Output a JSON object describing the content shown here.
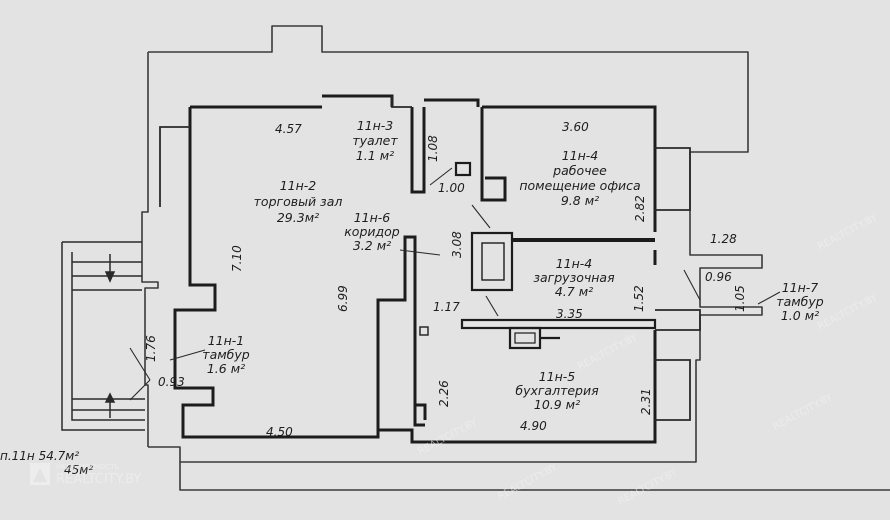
{
  "rooms": [
    {
      "id": "r3",
      "lines": [
        "11н-3",
        "туалет",
        "1.1 м²"
      ]
    },
    {
      "id": "r2",
      "lines": [
        "11н-2",
        "торговый зал",
        "29.3м²"
      ]
    },
    {
      "id": "r6",
      "lines": [
        "11н-6",
        "коридор",
        "3.2 м²"
      ]
    },
    {
      "id": "r4a",
      "lines": [
        "11н-4",
        "рабочее",
        "помещение офиса",
        "9.8 м²"
      ]
    },
    {
      "id": "r4b",
      "lines": [
        "11н-4",
        "загрузочная",
        "4.7 м²"
      ]
    },
    {
      "id": "r7",
      "lines": [
        "11н-7",
        "тамбур",
        "1.0 м²"
      ]
    },
    {
      "id": "r1",
      "lines": [
        "11н-1",
        "тамбур",
        "1.6 м²"
      ]
    },
    {
      "id": "r5",
      "lines": [
        "11н-5",
        "бухгалтерия",
        "10.9 м²"
      ]
    }
  ],
  "dimensions": [
    {
      "id": "d_457",
      "text": "4.57"
    },
    {
      "id": "d_108",
      "text": "1.08"
    },
    {
      "id": "d_100",
      "text": "1.00"
    },
    {
      "id": "d_360",
      "text": "3.60"
    },
    {
      "id": "d_282",
      "text": "2.82"
    },
    {
      "id": "d_710",
      "text": "7.10"
    },
    {
      "id": "d_699",
      "text": "6.99"
    },
    {
      "id": "d_308",
      "text": "3.08"
    },
    {
      "id": "d_128",
      "text": "1.28"
    },
    {
      "id": "d_096",
      "text": "0.96"
    },
    {
      "id": "d_105",
      "text": "1.05"
    },
    {
      "id": "d_152",
      "text": "1.52"
    },
    {
      "id": "d_117",
      "text": "1.17"
    },
    {
      "id": "d_335",
      "text": "3.35"
    },
    {
      "id": "d_176",
      "text": "1.76"
    },
    {
      "id": "d_093",
      "text": "0.93"
    },
    {
      "id": "d_226",
      "text": "2.26"
    },
    {
      "id": "d_231",
      "text": "2.31"
    },
    {
      "id": "d_450",
      "text": "4.50"
    },
    {
      "id": "d_490",
      "text": "4.90"
    }
  ],
  "total_label": "п.11н  54.7м²",
  "total_sub": "45м²",
  "watermarks": {
    "main": "REALTCITY.BY",
    "small": "НЕДВИЖИМОСТЬ",
    "repeat": "REALTCITY.BY"
  }
}
